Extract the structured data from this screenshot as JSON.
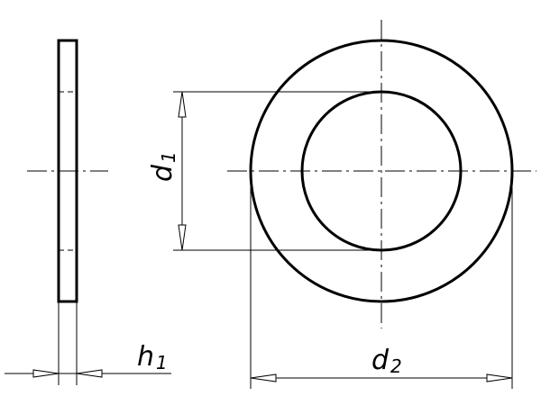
{
  "dimensions": {
    "h1": {
      "symbol": "h",
      "index": "1"
    },
    "d1": {
      "symbol": "d",
      "index": "1"
    },
    "d2": {
      "symbol": "d",
      "index": "2"
    }
  },
  "colors": {
    "line": "#000000",
    "background": "#ffffff"
  }
}
